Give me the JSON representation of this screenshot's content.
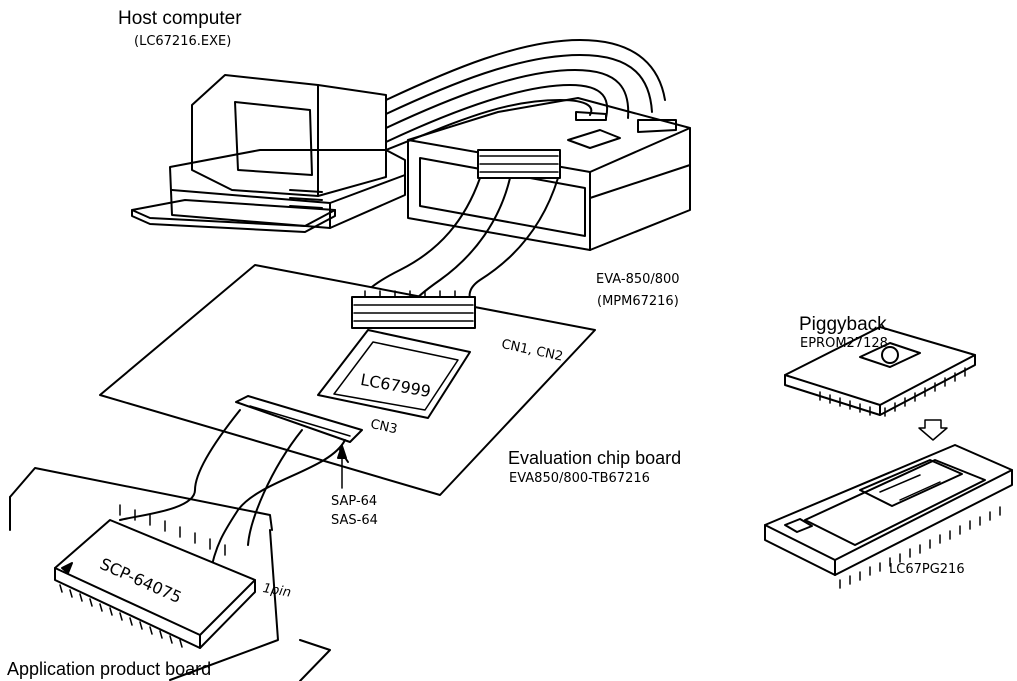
{
  "labels": {
    "host_title": "Host computer",
    "host_sub": "(LC67216.EXE)",
    "eva_name": "EVA-850/800",
    "eva_sub": "(MPM67216)",
    "cn12": "CN1, CN2",
    "cn3": "CN3",
    "chip": "LC67999",
    "eval_title": "Evaluation chip board",
    "eval_sub": "EVA850/800-TB67216",
    "sap": "SAP-64",
    "sas": "SAS-64",
    "scp": "SCP-64075",
    "pin": "1pin",
    "app_board": "Application product board",
    "piggy_title": "Piggyback",
    "piggy_sub": "EPROM27128",
    "pg216": "LC67PG216"
  }
}
